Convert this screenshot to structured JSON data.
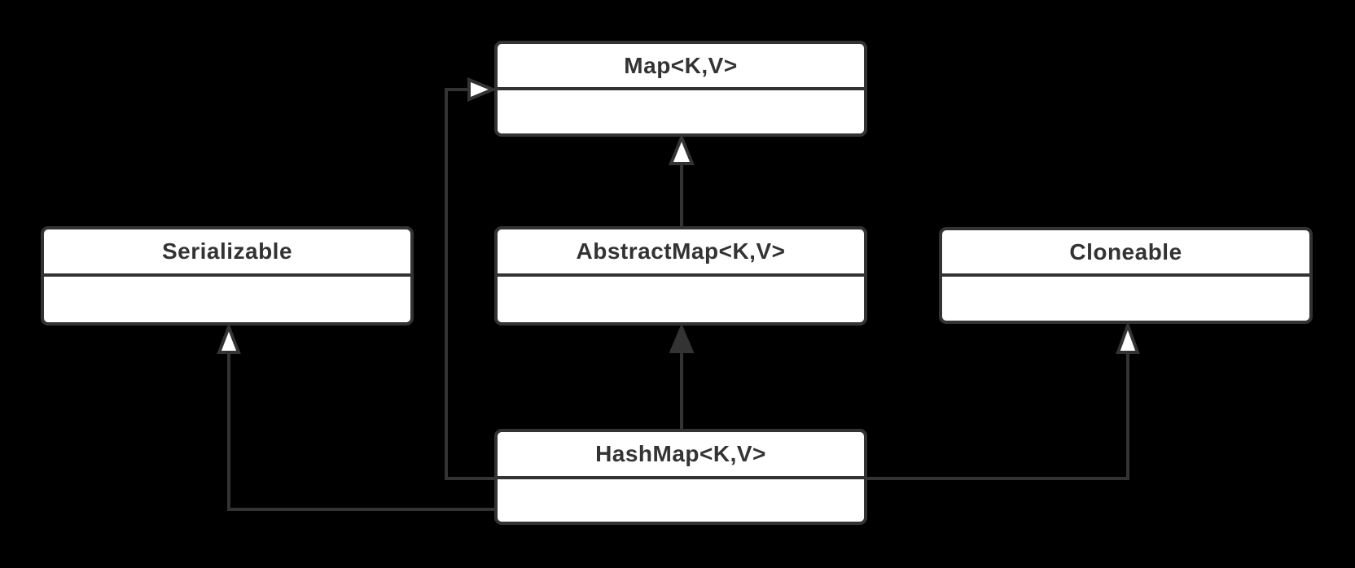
{
  "colors": {
    "background": "#000000",
    "box_fill": "#ffffff",
    "stroke": "#333333",
    "text": "#333333"
  },
  "classes": {
    "map": {
      "label": "Map<K,V>"
    },
    "serializable": {
      "label": "Serializable"
    },
    "abstractmap": {
      "label": "AbstractMap<K,V>"
    },
    "cloneable": {
      "label": "Cloneable"
    },
    "hashmap": {
      "label": "HashMap<K,V>"
    }
  },
  "edges": [
    {
      "from": "AbstractMap<K,V>",
      "to": "Map<K,V>",
      "arrowhead": "hollow-triangle"
    },
    {
      "from": "HashMap<K,V>",
      "to": "Map<K,V>",
      "arrowhead": "hollow-triangle"
    },
    {
      "from": "HashMap<K,V>",
      "to": "AbstractMap<K,V>",
      "arrowhead": "filled-triangle"
    },
    {
      "from": "HashMap<K,V>",
      "to": "Serializable",
      "arrowhead": "hollow-triangle"
    },
    {
      "from": "HashMap<K,V>",
      "to": "Cloneable",
      "arrowhead": "hollow-triangle"
    }
  ]
}
